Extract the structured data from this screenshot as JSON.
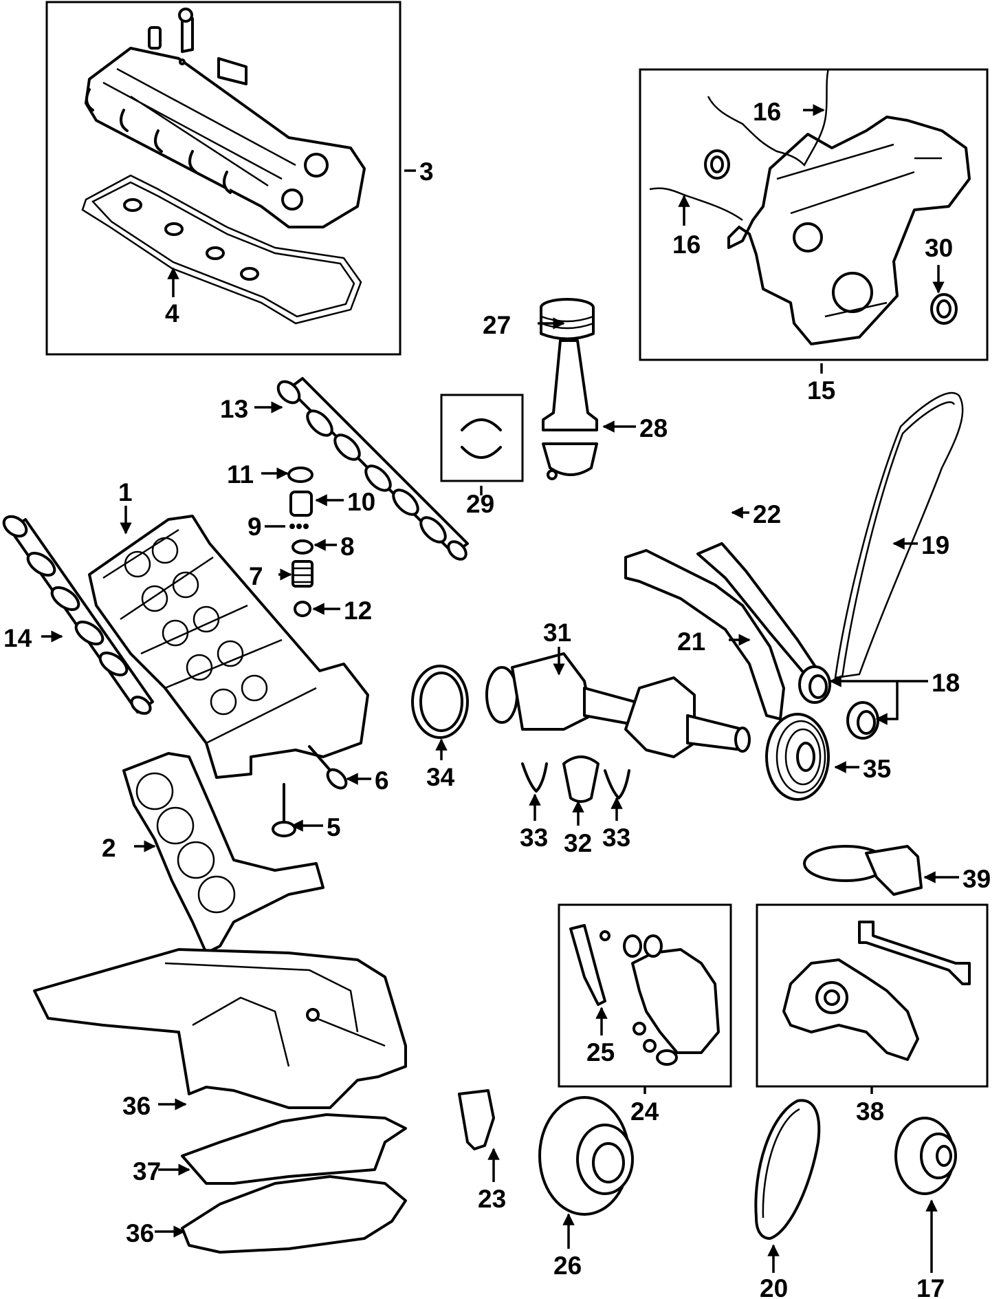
{
  "labels": {
    "l1": "1",
    "l2": "2",
    "l3": "3",
    "l4": "4",
    "l5": "5",
    "l6": "6",
    "l7": "7",
    "l8": "8",
    "l9": "9",
    "l10": "10",
    "l11": "11",
    "l12": "12",
    "l13": "13",
    "l14": "14",
    "l15": "15",
    "l16a": "16",
    "l16b": "16",
    "l17": "17",
    "l18": "18",
    "l19": "19",
    "l20": "20",
    "l21": "21",
    "l22": "22",
    "l23": "23",
    "l24": "24",
    "l25": "25",
    "l26": "26",
    "l27": "27",
    "l28": "28",
    "l29": "29",
    "l30": "30",
    "l31": "31",
    "l32": "32",
    "l33a": "33",
    "l33b": "33",
    "l34": "34",
    "l35": "35",
    "l36a": "36",
    "l36b": "36",
    "l37": "37",
    "l38": "38",
    "l39": "39"
  }
}
